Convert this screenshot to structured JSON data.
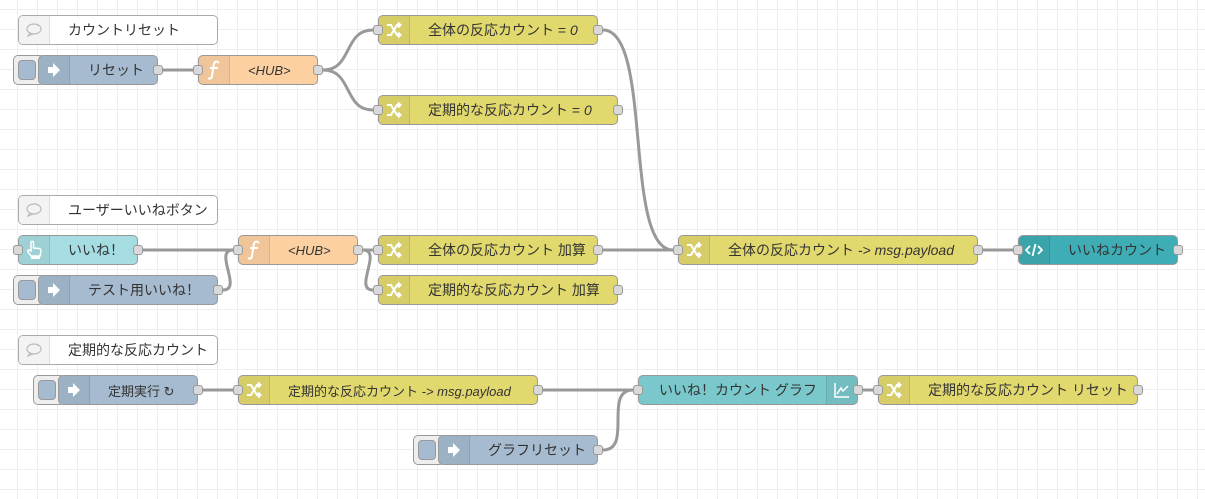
{
  "canvas": {
    "grid": true,
    "colors": {
      "inject": "#a6bbcf",
      "function": "#fdd0a2",
      "change": "#e2d96e",
      "ui_button": "#a6dde2",
      "template": "#3fadb5",
      "chart": "#7ac8cb",
      "comment": "#ffffff",
      "wire": "#999999"
    }
  },
  "flow1": {
    "comment": {
      "label": "カウントリセット",
      "icon": "comment-icon"
    },
    "inject": {
      "label": "リセット",
      "icon": "arrow-right-icon"
    },
    "function": {
      "label": "<HUB>",
      "icon": "function-icon"
    },
    "change_total_zero": {
      "label": "全体の反応カウント = ",
      "value": "0",
      "icon": "shuffle-icon"
    },
    "change_periodic_zero": {
      "label": "定期的な反応カウント = ",
      "value": "0",
      "icon": "shuffle-icon"
    }
  },
  "flow2": {
    "comment": {
      "label": "ユーザーいいねボタン",
      "icon": "comment-icon"
    },
    "ui_button": {
      "label": "いいね！",
      "icon": "hand-pointer-icon"
    },
    "inject_test": {
      "label": "テスト用いいね！",
      "icon": "arrow-right-icon"
    },
    "function": {
      "label": "<HUB>",
      "icon": "function-icon"
    },
    "change_total_add": {
      "label": "全体の反応カウント 加算",
      "icon": "shuffle-icon"
    },
    "change_periodic_add": {
      "label": "定期的な反応カウント 加算",
      "icon": "shuffle-icon"
    },
    "change_total_payload": {
      "label": "全体の反応カウント ",
      "suffix": "-> msg.payload",
      "icon": "shuffle-icon"
    },
    "template": {
      "label": "いいねカウント",
      "icon": "code-icon"
    }
  },
  "flow3": {
    "comment": {
      "label": "定期的な反応カウント",
      "icon": "comment-icon"
    },
    "inject_periodic": {
      "label": "定期実行 ↻",
      "icon": "arrow-right-icon"
    },
    "change_periodic_payload": {
      "label": "定期的な反応カウント ",
      "suffix": "-> msg.payload",
      "icon": "shuffle-icon"
    },
    "chart": {
      "label": "いいね！カウント グラフ",
      "icon": "line-chart-icon"
    },
    "change_periodic_reset": {
      "label": "定期的な反応カウント リセット",
      "icon": "shuffle-icon"
    },
    "inject_graph_reset": {
      "label": "グラフリセット",
      "icon": "arrow-right-icon"
    }
  }
}
